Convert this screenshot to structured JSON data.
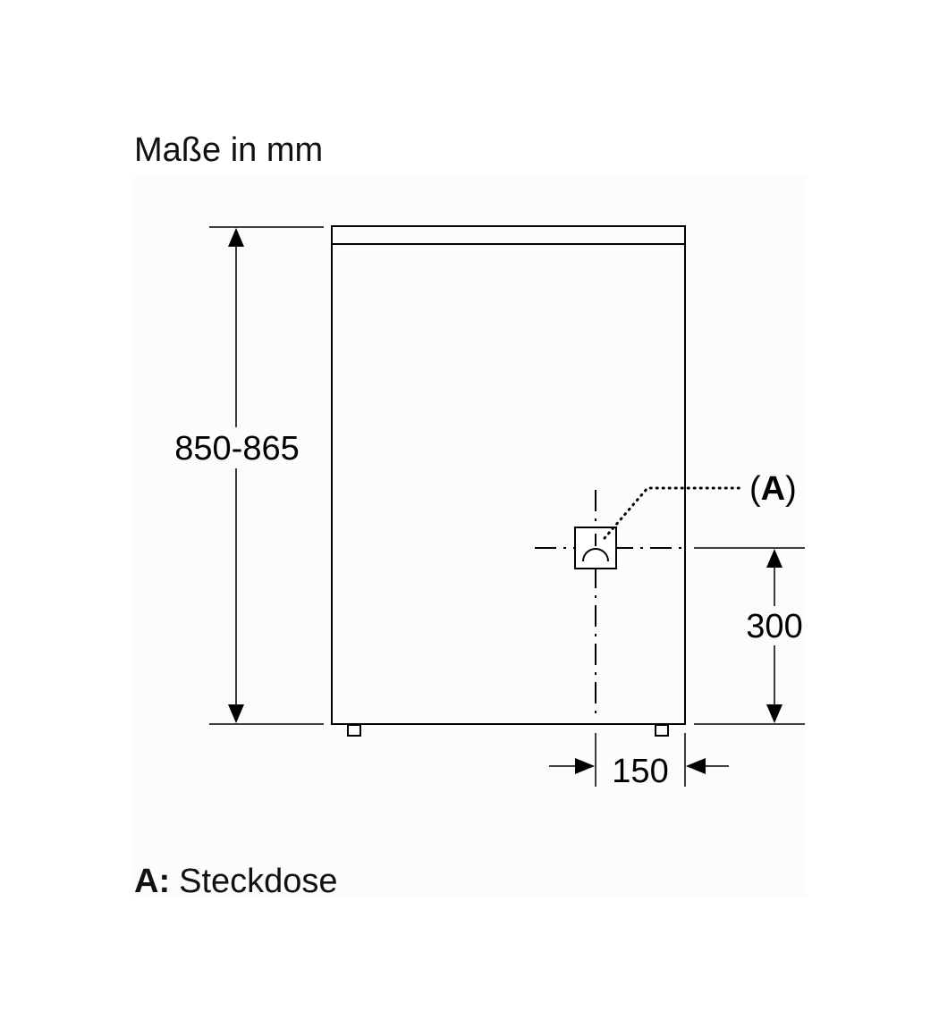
{
  "header": {
    "units_label": "Maße in mm"
  },
  "dimensions": {
    "height": "850-865",
    "socket_height": "300",
    "socket_offset": "150"
  },
  "callout": {
    "open_paren": "(",
    "letter": "A",
    "close_paren": ")"
  },
  "legend": {
    "key": "A:",
    "description": "Steckdose"
  },
  "colors": {
    "line": "#000000",
    "background": "#ffffff",
    "panel": "#fcfcfc"
  }
}
